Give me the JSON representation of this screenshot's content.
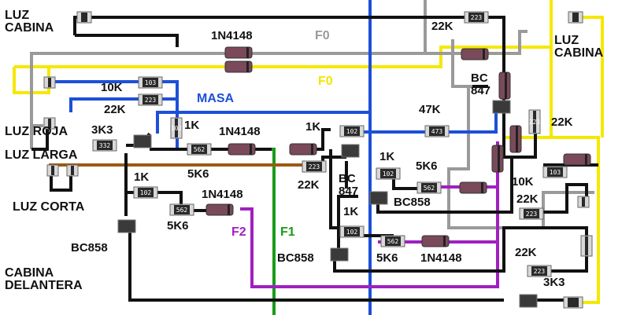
{
  "texts": {
    "luz_cabina_left": "LUZ\nCABINA",
    "luz_cabina_right": "LUZ\nCABINA",
    "luz_roja": "LUZ ROJA",
    "luz_larga": "LUZ LARGA",
    "luz_corta": "LUZ CORTA",
    "cabina_delantera": "CABINA\nDELANTERA",
    "bc858_left": "BC858",
    "bc858_mid": "BC858",
    "bc858_upper": "BC858",
    "bc847_mid": "BC\n847",
    "bc847_right": "BC\n847",
    "diode_top": "1N4148",
    "diode_mid": "1N4148",
    "diode_low": "1N4148",
    "diode_bottom": "1N4148",
    "r_10k": "10K",
    "r_22k_left": "22K",
    "r_3k3_left": "3K3",
    "r_1k_a": "1K",
    "r_1k_b": "1K",
    "r_1k_c": "1K",
    "r_1k_d": "1K",
    "r_1k_e": "1K",
    "r_5k6_a": "5K6",
    "r_5k6_b": "5K6",
    "r_5k6_c": "5K6",
    "r_5k6_d": "5K6",
    "r_22k_mid": "22K",
    "r_47k": "47K",
    "r_22k_top": "22K",
    "r_22k_right": "22K",
    "r_10k_right": "10K",
    "r_22k_right2": "22K",
    "r_22k_bottom": "22K",
    "r_3k3_bottom": "3K3",
    "masa": "MASA",
    "f0_gray": "F0",
    "f0_yellow": "F0",
    "f1": "F1",
    "f2": "F2"
  },
  "smd_codes": {
    "c103_a": "103",
    "c223_a": "223",
    "c102_a": "102",
    "c562_a": "562",
    "c102_b": "102",
    "c473": "473",
    "c223_b": "223",
    "c102_c": "102",
    "c562_b": "562",
    "c102_d": "102",
    "c562_c": "562",
    "c102_e": "102",
    "c562_d": "562",
    "c223_c": "223",
    "c223_d": "223",
    "c103_b": "103",
    "c223_e": "223",
    "c223_f": "223",
    "c332": "332"
  },
  "colors": {
    "wire_black": "#111111",
    "wire_blue": "#1d4fd8",
    "wire_gray": "#9a9a9a",
    "wire_yellow": "#f5e800",
    "wire_green": "#1a9a1a",
    "wire_purple": "#a020c0",
    "wire_brown": "#9a5a12",
    "resistor_body": "#2a2a2a",
    "diode_body": "#7a4a5a"
  }
}
